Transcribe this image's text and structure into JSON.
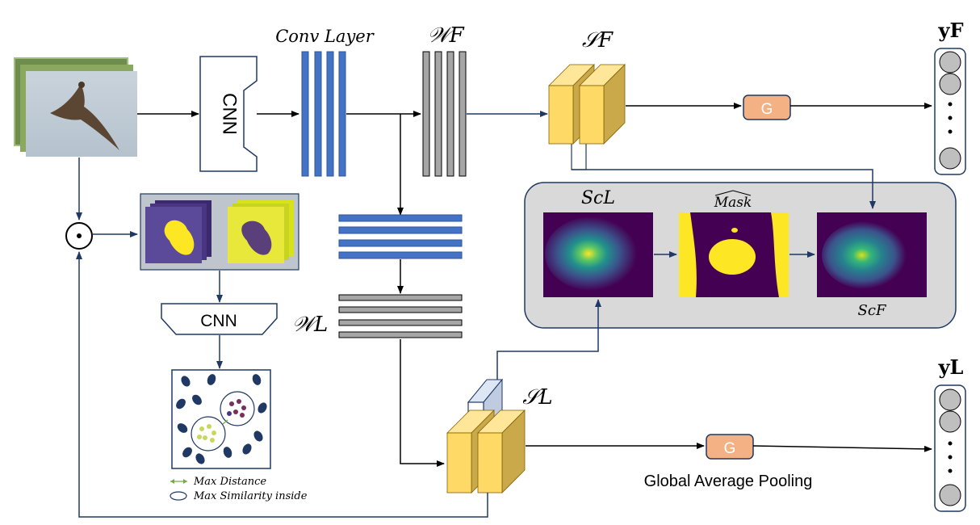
{
  "labels": {
    "cnn_main": "CNN",
    "cnn_secondary": "CNN",
    "conv_layer": "Conv Layer",
    "w_f": "𝒲F",
    "w_l": "𝒲L",
    "s_f": "𝒮F",
    "s_l": "𝒮L",
    "y_f": "yF",
    "y_l": "yL",
    "g_top": "G",
    "g_bottom": "G",
    "s_l_c": "ScL",
    "mask_hat": "Mask",
    "s_f_c": "ScF",
    "odot": "⊙",
    "global_pooling": "Global Average Pooling"
  },
  "legend": {
    "max_distance": "Max Distance",
    "max_similarity": "Max Similarity inside"
  },
  "colors": {
    "conv_blue": "#4472c4",
    "feature_gray": "#a6a6a6",
    "cube_yellow": "#ffd966",
    "g_orange": "#f4b183",
    "panel_gray": "#d9d9d9",
    "heat_dark": "#440154",
    "heat_yellow": "#fde725",
    "arrow_navy": "#1f3864"
  },
  "icons": {
    "input_image": "bird-photo-icon",
    "output_vector": "output-node-column-icon",
    "embedding_space": "cluster-embedding-icon"
  }
}
